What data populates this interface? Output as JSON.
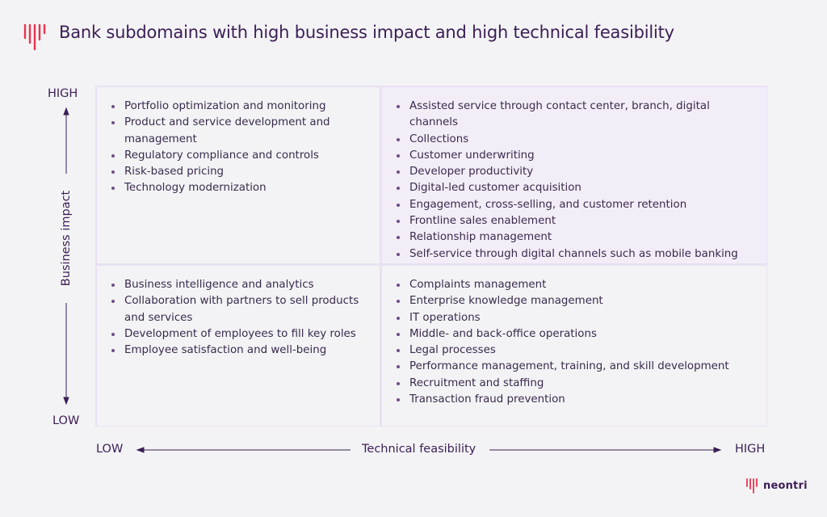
{
  "title": "Bank subdomains with high business impact and high technical feasibility",
  "axes": {
    "y_label": "Business impact",
    "y_high": "HIGH",
    "y_low": "LOW",
    "x_label": "Technical feasibility",
    "x_low": "LOW",
    "x_high": "HIGH"
  },
  "quadrants": {
    "high_impact_low_feasibility": [
      "Portfolio optimization and monitoring",
      "Product and service development and management",
      "Regulatory compliance and controls",
      "Risk-based pricing",
      "Technology modernization"
    ],
    "high_impact_high_feasibility": [
      "Assisted service through contact center, branch, digital channels",
      "Collections",
      "Customer underwriting",
      "Developer productivity",
      "Digital-led customer acquisition",
      "Engagement, cross-selling, and customer retention",
      "Frontline sales enablement",
      "Relationship management",
      "Self-service through digital channels such as mobile banking"
    ],
    "low_impact_low_feasibility": [
      "Business intelligence and analytics",
      "Collaboration with partners to sell products and services",
      "Development of employees to fill key roles",
      "Employee satisfaction and well-being"
    ],
    "low_impact_high_feasibility": [
      "Complaints management",
      "Enterprise knowledge management",
      "IT operations",
      "Middle- and back-office operations",
      "Legal processes",
      "Performance management, training, and skill development",
      "Recruitment and staffing",
      "Transaction fraud prevention"
    ]
  },
  "brand": {
    "name": "neontri",
    "color": "#e8344e"
  },
  "colors": {
    "accent": "#e8344e",
    "text": "#3b1e55",
    "grid_line": "#e9e0f2",
    "highlight_cell": "#f3edf7"
  }
}
